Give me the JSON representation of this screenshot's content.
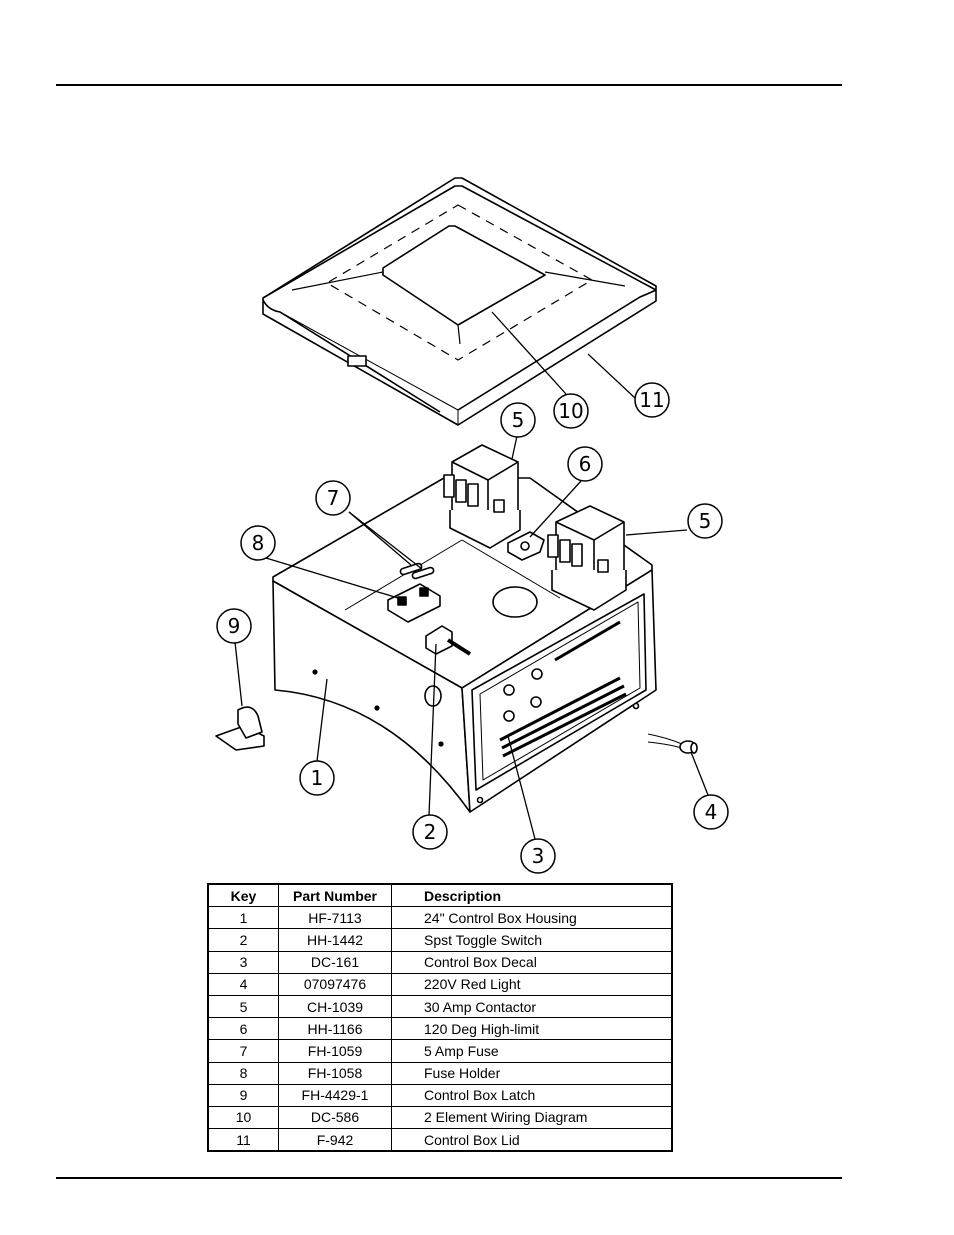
{
  "callouts": [
    {
      "key": "1"
    },
    {
      "key": "2"
    },
    {
      "key": "3"
    },
    {
      "key": "4"
    },
    {
      "key": "5"
    },
    {
      "key": "5"
    },
    {
      "key": "6"
    },
    {
      "key": "7"
    },
    {
      "key": "8"
    },
    {
      "key": "9"
    },
    {
      "key": "10"
    },
    {
      "key": "11"
    }
  ],
  "table": {
    "headers": {
      "key": "Key",
      "part": "Part Number",
      "desc": "Description"
    },
    "rows": [
      {
        "key": "1",
        "part": "HF-7113",
        "desc": "24\" Control Box Housing"
      },
      {
        "key": "2",
        "part": "HH-1442",
        "desc": "Spst Toggle Switch"
      },
      {
        "key": "3",
        "part": "DC-161",
        "desc": "Control Box Decal"
      },
      {
        "key": "4",
        "part": "07097476",
        "desc": "220V Red Light"
      },
      {
        "key": "5",
        "part": "CH-1039",
        "desc": "30 Amp Contactor"
      },
      {
        "key": "6",
        "part": "HH-1166",
        "desc": "120 Deg High-limit"
      },
      {
        "key": "7",
        "part": "FH-1059",
        "desc": "5 Amp Fuse"
      },
      {
        "key": "8",
        "part": "FH-1058",
        "desc": "Fuse Holder"
      },
      {
        "key": "9",
        "part": "FH-4429-1",
        "desc": "Control Box Latch"
      },
      {
        "key": "10",
        "part": "DC-586",
        "desc": "2 Element Wiring Diagram"
      },
      {
        "key": "11",
        "part": "F-942",
        "desc": "Control Box Lid"
      }
    ]
  }
}
